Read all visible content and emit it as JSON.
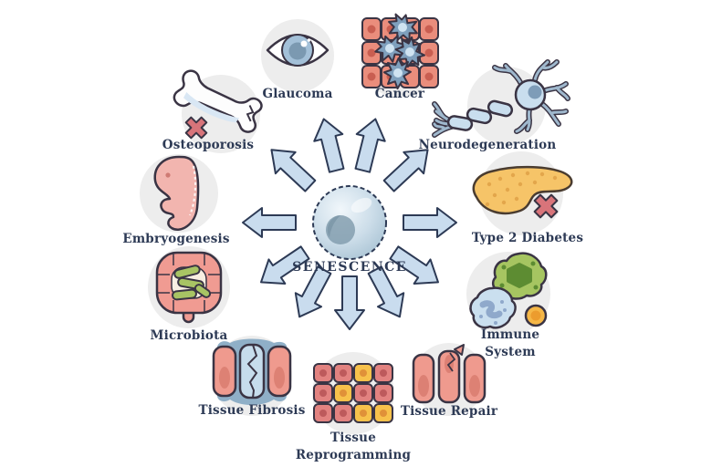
{
  "hub": {
    "label": "SENESCENCE"
  },
  "nodes": [
    {
      "id": "glaucoma",
      "label": "Glaucoma"
    },
    {
      "id": "cancer",
      "label": "Cancer"
    },
    {
      "id": "neurodegeneration",
      "label": "Neurodegeneration"
    },
    {
      "id": "type-2-diabetes",
      "label": "Type 2 Diabetes"
    },
    {
      "id": "immune-system",
      "label": "Immune System"
    },
    {
      "id": "tissue-repair",
      "label": "Tissue Repair"
    },
    {
      "id": "tissue-reprogramming",
      "label": "Tissue Reprogramming"
    },
    {
      "id": "tissue-fibrosis",
      "label": "Tissue Fibrosis"
    },
    {
      "id": "microbiota",
      "label": "Microbiota"
    },
    {
      "id": "embryogenesis",
      "label": "Embryogenesis"
    },
    {
      "id": "osteoporosis",
      "label": "Osteoporosis"
    }
  ],
  "icons": [
    "eye-icon",
    "cancer-cells-icon",
    "neuron-icon",
    "pancreas-icon",
    "immune-cells-icon",
    "tissue-repair-icon",
    "tissue-reprogramming-icon",
    "tissue-fibrosis-icon",
    "intestine-icon",
    "embryo-icon",
    "bone-icon",
    "senescent-cell-icon"
  ],
  "colors": {
    "background": "#ffffff",
    "outline": "#3a3444",
    "label_text": "#2d3a55",
    "arrow_fill": "#c9dcee",
    "arrow_stroke": "#2d3a55",
    "halo_gray": "#ededed",
    "cell_red": "#ea8d7c",
    "cell_red_nucleus": "#c95e51",
    "cell_yellow": "#f7c14b",
    "cell_blue": "#c6dcec",
    "cancer_cell_blue": "#7fa0bd",
    "immune_green": "#a6c561",
    "pancreas_yellow": "#f6c468",
    "cross_red": "#d8747a",
    "fibrosis_blue": "#8fafc7",
    "embryo_pink": "#f2b5af",
    "microbiota_green": "#a8c464"
  }
}
